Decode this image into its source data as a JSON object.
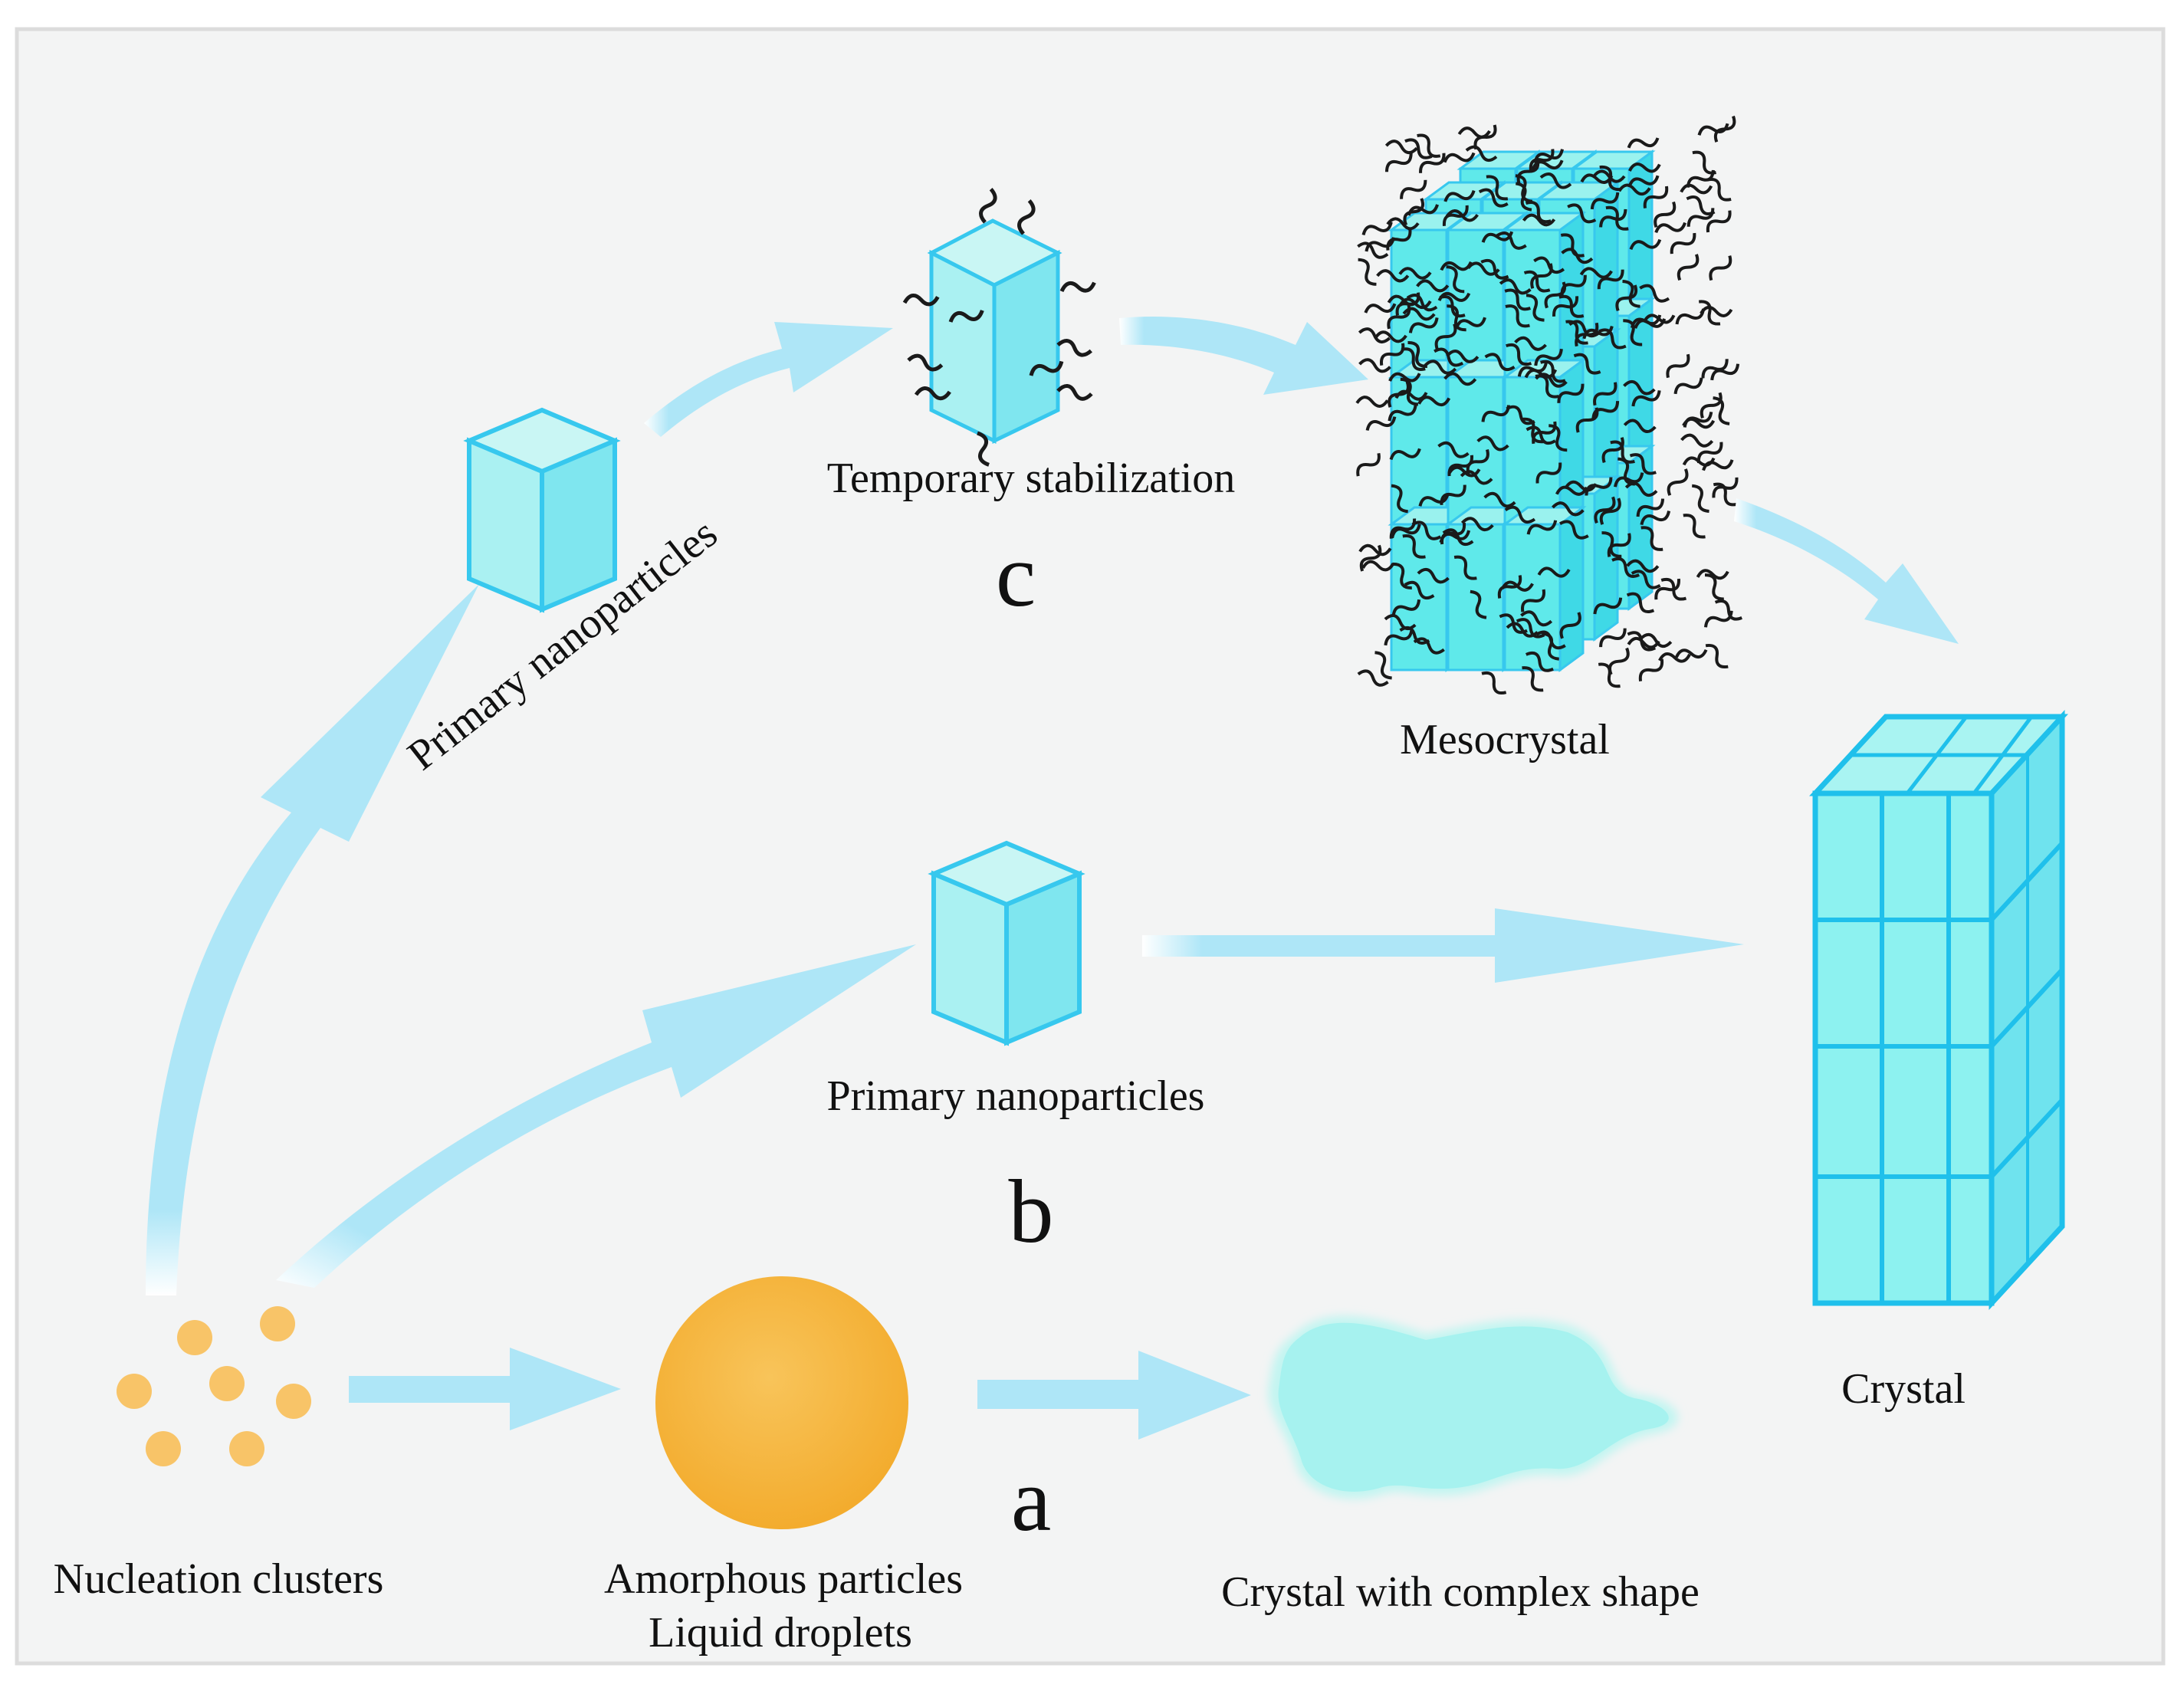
{
  "labels": {
    "nucleation": "Nucleation clusters",
    "amorphous_line1": "Amorphous particles",
    "amorphous_line2": "Liquid droplets",
    "complex_crystal": "Crystal with complex shape",
    "crystal": "Crystal",
    "primary_b": "Primary nanoparticles",
    "primary_c": "Primary nanoparticles",
    "temporary": "Temporary stabilization",
    "mesocrystal": "Mesocrystal"
  },
  "pathways": {
    "a": "a",
    "b": "b",
    "c": "c"
  },
  "colors": {
    "background": "#f3f4f4",
    "arrow": "#aee6f7",
    "cube_face": "#9ff0ef",
    "cube_edge": "#37c8ee",
    "droplet": "#f6b43b",
    "cluster_dot": "#f8c468",
    "complex_crystal": "#b6f4ef",
    "crystal_face": "#8df2f0",
    "crystal_edge": "#1fc0eb"
  }
}
